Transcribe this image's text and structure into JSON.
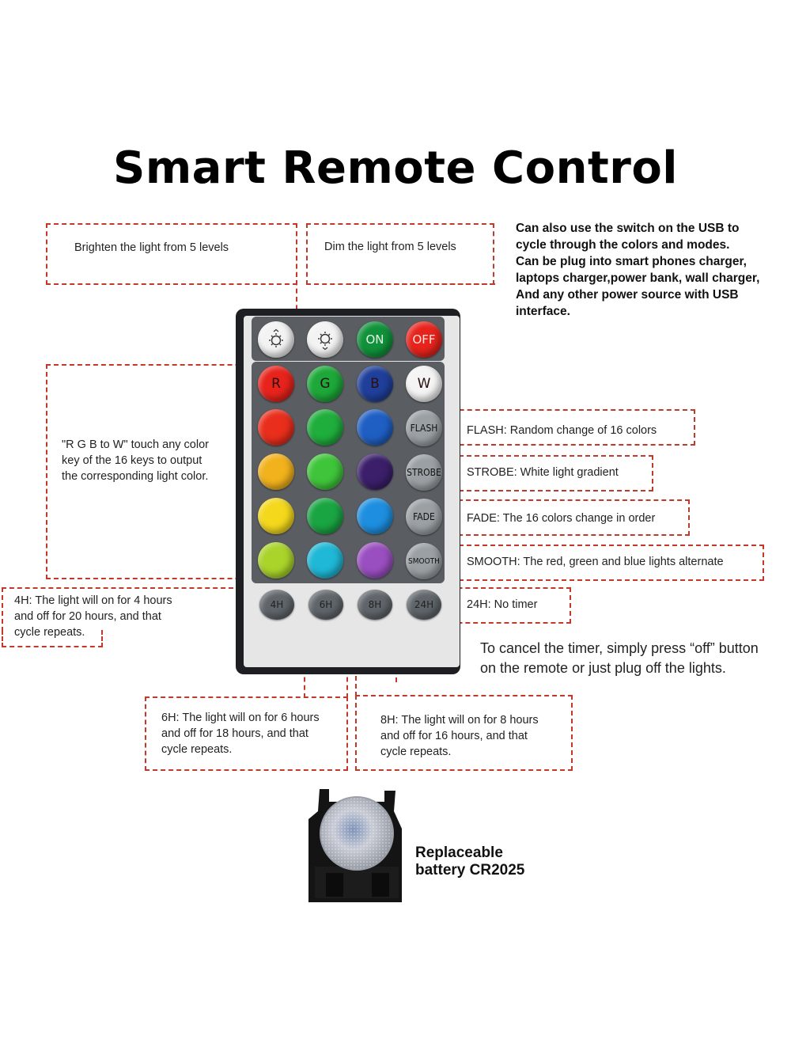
{
  "title": "Smart Remote Control",
  "notes": {
    "brighten": "Brighten the light from 5 levels",
    "dim": "Dim the light from 5 levels",
    "usb": [
      "Can also use the switch on the USB to",
      "cycle through the colors and modes.",
      "Can be plug into smart phones charger,",
      "laptops charger,power bank, wall charger,",
      "And any other power source with USB",
      "interface."
    ],
    "rgbw": [
      "\"R G B to W\" touch any color",
      "key of the 16 keys to output",
      "the corresponding light color."
    ],
    "flash": "FLASH: Random change of 16 colors",
    "strobe": "STROBE: White light gradient",
    "fade": "FADE: The 16 colors change in order",
    "smooth": "SMOOTH: The red, green and blue lights alternate",
    "h24": "24H: No timer",
    "h4": [
      "4H: The light will on for 4 hours",
      "and off for 20 hours, and that",
      "cycle repeats."
    ],
    "h6": [
      "6H: The light will on for 6 hours",
      "and off for 18 hours, and that",
      "cycle repeats."
    ],
    "h8": [
      "8H: The light will on for 8 hours",
      "and off for 16 hours, and that",
      "cycle repeats."
    ],
    "cancel": [
      "To cancel the timer, simply press “off” button",
      "on the remote or just plug off the lights."
    ],
    "battery": [
      "Replaceable",
      "battery CR2025"
    ]
  },
  "remote": {
    "power": {
      "on": "ON",
      "off": "OFF"
    },
    "rgbw": [
      "R",
      "G",
      "B",
      "W"
    ],
    "modes": [
      "FLASH",
      "STROBE",
      "FADE",
      "SMOOTH"
    ],
    "timers": [
      "4H",
      "6H",
      "8H",
      "24H"
    ]
  },
  "colors": {
    "annotation": "#c0392b",
    "red": "#e8231c",
    "green": "#1da839",
    "blue": "#1f5fc4",
    "white": "#f4f4f4",
    "on_button": "#10923a",
    "off_button": "#e8231c"
  }
}
